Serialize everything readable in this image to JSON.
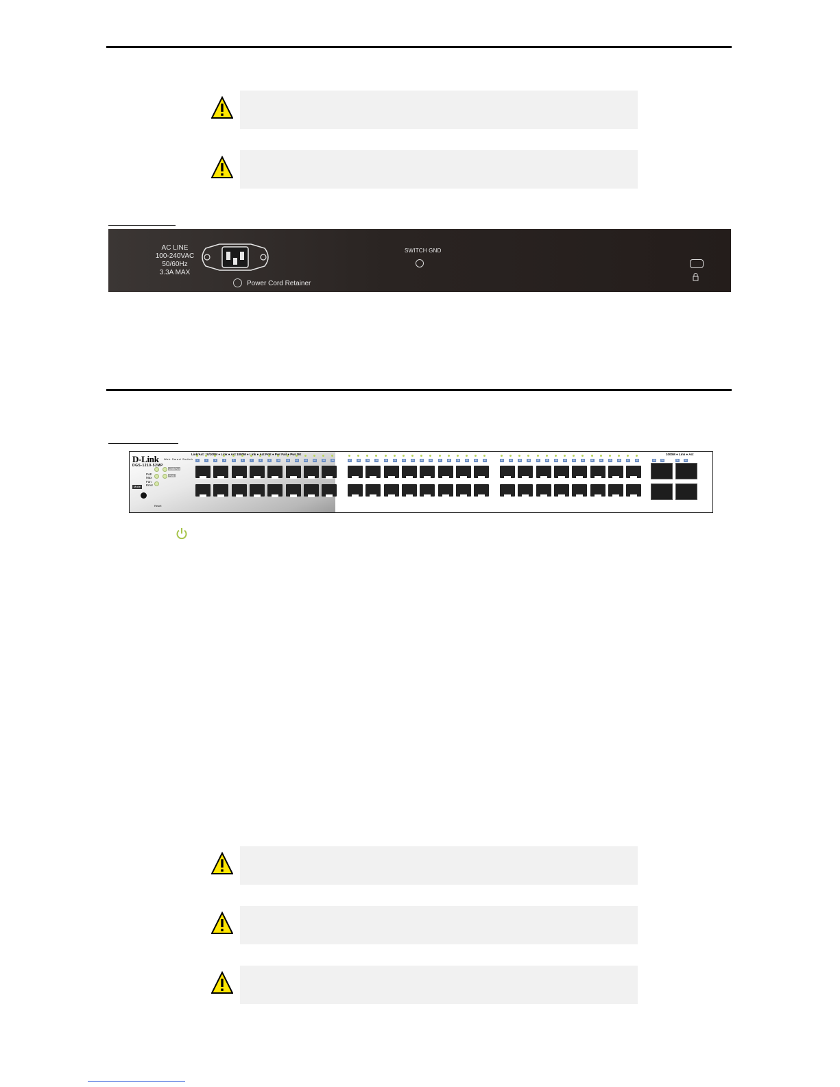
{
  "rear_panel": {
    "ac_line_label": "AC LINE\n100-240VAC\n50/60Hz\n3.3A MAX",
    "switch_gnd_label": "SWITCH GND",
    "power_cord_retainer_label": "Power Cord Retainer"
  },
  "front_panel": {
    "brand": "D-Link",
    "tagline": "Web Smart Switch",
    "model": "DGS-1210-52MP",
    "status_labels": {
      "link_act": "Link/Act",
      "poe": "PoE",
      "poe_max": "PoE\nMax",
      "fan_error": "Fan\nError",
      "mode": "Mode",
      "reset": "Reset"
    },
    "legend_left": "Link/Act: 10/100M ● Link ● Act   1000M ● Link ● Act   PoE ● Pwr Fail ● Pwr OK",
    "legend_right": "1000M ● Link ● Act",
    "port_groups": [
      {
        "ports": [
          "1",
          "2",
          "3",
          "4",
          "5",
          "6",
          "7",
          "8",
          "9",
          "10",
          "11",
          "12",
          "13",
          "14",
          "15",
          "16"
        ]
      },
      {
        "ports": [
          "17",
          "18",
          "19",
          "20",
          "21",
          "22",
          "23",
          "24",
          "25",
          "26",
          "27",
          "28",
          "29",
          "30",
          "31",
          "32"
        ]
      },
      {
        "ports": [
          "33",
          "34",
          "35",
          "36",
          "37",
          "38",
          "39",
          "40",
          "41",
          "42",
          "43",
          "44",
          "45",
          "46",
          "47",
          "48"
        ]
      }
    ],
    "sfp_ports": [
      "49",
      "50",
      "51",
      "52"
    ]
  },
  "icons": {
    "warning": "warning-triangle-icon",
    "power": "power-icon",
    "lock": "lock-icon"
  },
  "colors": {
    "warning_fill": "#ffe600",
    "callout_bg": "#f1f1f1",
    "power_icon": "#a6c44a",
    "link_color": "#1f4fd6"
  }
}
